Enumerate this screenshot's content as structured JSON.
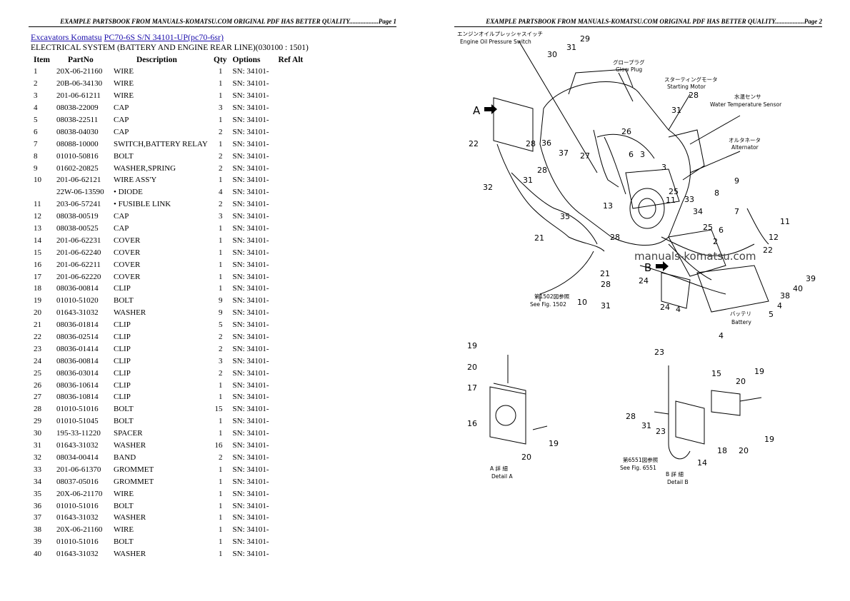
{
  "header": {
    "page1": "EXAMPLE PARTSBOOK FROM MANUALS-KOMATSU.COM ORIGINAL PDF HAS BETTER QUALITY..................Page 1",
    "page2": "EXAMPLE PARTSBOOK FROM MANUALS-KOMATSU.COM ORIGINAL PDF HAS BETTER QUALITY..................Page 2"
  },
  "breadcrumb": {
    "link1": "Excavators Komatsu",
    "link2": "PC70-6S S/N 34101-UP(pc70-6sr)"
  },
  "subtitle": "ELECTRICAL SYSTEM (BATTERY AND ENGINE REAR LINE)(030100 : 1501)",
  "table": {
    "columns": [
      "Item",
      "PartNo",
      "Description",
      "Qty",
      "Options",
      "Ref Alt"
    ],
    "rows": [
      [
        "1",
        "20X-06-21160",
        "WIRE",
        "1",
        "SN: 34101-"
      ],
      [
        "2",
        "20B-06-34130",
        "WIRE",
        "1",
        "SN: 34101-"
      ],
      [
        "3",
        "201-06-61211",
        "WIRE",
        "1",
        "SN: 34101-"
      ],
      [
        "4",
        "08038-22009",
        "CAP",
        "3",
        "SN: 34101-"
      ],
      [
        "5",
        "08038-22511",
        "CAP",
        "1",
        "SN: 34101-"
      ],
      [
        "6",
        "08038-04030",
        "CAP",
        "2",
        "SN: 34101-"
      ],
      [
        "7",
        "08088-10000",
        "SWITCH,BATTERY RELAY",
        "1",
        "SN: 34101-"
      ],
      [
        "8",
        "01010-50816",
        "BOLT",
        "2",
        "SN: 34101-"
      ],
      [
        "9",
        "01602-20825",
        "WASHER,SPRING",
        "2",
        "SN: 34101-"
      ],
      [
        "10",
        "201-06-62121",
        "WIRE ASS'Y",
        "1",
        "SN: 34101-"
      ],
      [
        "",
        "22W-06-13590",
        "• DIODE",
        "4",
        "SN: 34101-"
      ],
      [
        "11",
        "203-06-57241",
        "• FUSIBLE LINK",
        "2",
        "SN: 34101-"
      ],
      [
        "12",
        "08038-00519",
        "CAP",
        "3",
        "SN: 34101-"
      ],
      [
        "13",
        "08038-00525",
        "CAP",
        "1",
        "SN: 34101-"
      ],
      [
        "14",
        "201-06-62231",
        "COVER",
        "1",
        "SN: 34101-"
      ],
      [
        "15",
        "201-06-62240",
        "COVER",
        "1",
        "SN: 34101-"
      ],
      [
        "16",
        "201-06-62211",
        "COVER",
        "1",
        "SN: 34101-"
      ],
      [
        "17",
        "201-06-62220",
        "COVER",
        "1",
        "SN: 34101-"
      ],
      [
        "18",
        "08036-00814",
        "CLIP",
        "1",
        "SN: 34101-"
      ],
      [
        "19",
        "01010-51020",
        "BOLT",
        "9",
        "SN: 34101-"
      ],
      [
        "20",
        "01643-31032",
        "WASHER",
        "9",
        "SN: 34101-"
      ],
      [
        "21",
        "08036-01814",
        "CLIP",
        "5",
        "SN: 34101-"
      ],
      [
        "22",
        "08036-02514",
        "CLIP",
        "2",
        "SN: 34101-"
      ],
      [
        "23",
        "08036-01414",
        "CLIP",
        "2",
        "SN: 34101-"
      ],
      [
        "24",
        "08036-00814",
        "CLIP",
        "3",
        "SN: 34101-"
      ],
      [
        "25",
        "08036-03014",
        "CLIP",
        "2",
        "SN: 34101-"
      ],
      [
        "26",
        "08036-10614",
        "CLIP",
        "1",
        "SN: 34101-"
      ],
      [
        "27",
        "08036-10814",
        "CLIP",
        "1",
        "SN: 34101-"
      ],
      [
        "28",
        "01010-51016",
        "BOLT",
        "15",
        "SN: 34101-"
      ],
      [
        "29",
        "01010-51045",
        "BOLT",
        "1",
        "SN: 34101-"
      ],
      [
        "30",
        "195-33-11220",
        "SPACER",
        "1",
        "SN: 34101-"
      ],
      [
        "31",
        "01643-31032",
        "WASHER",
        "16",
        "SN: 34101-"
      ],
      [
        "32",
        "08034-00414",
        "BAND",
        "2",
        "SN: 34101-"
      ],
      [
        "33",
        "201-06-61370",
        "GROMMET",
        "1",
        "SN: 34101-"
      ],
      [
        "34",
        "08037-05016",
        "GROMMET",
        "1",
        "SN: 34101-"
      ],
      [
        "35",
        "20X-06-21170",
        "WIRE",
        "1",
        "SN: 34101-"
      ],
      [
        "36",
        "01010-51016",
        "BOLT",
        "1",
        "SN: 34101-"
      ],
      [
        "37",
        "01643-31032",
        "WASHER",
        "1",
        "SN: 34101-"
      ],
      [
        "38",
        "20X-06-21160",
        "WIRE",
        "1",
        "SN: 34101-"
      ],
      [
        "39",
        "01010-51016",
        "BOLT",
        "1",
        "SN: 34101-"
      ],
      [
        "40",
        "01643-31032",
        "WASHER",
        "1",
        "SN: 34101-"
      ]
    ]
  },
  "diagram": {
    "labels": {
      "engine_oil_jp": "エンジンオイルプレッシャスイッチ",
      "engine_oil": "Engine Oil Pressure Switch",
      "glow_jp": "グロープラグ",
      "glow": "Glow Plug",
      "starting_jp": "スターティングモータ",
      "starting": "Starting Motor",
      "water_jp": "水温センサ",
      "water": "Water Temperature Sensor",
      "alt_jp": "オルタネータ",
      "alt": "Alternator",
      "battery_jp": "バッテリ",
      "battery": "Battery",
      "seefig_jp": "第1502図参照",
      "seefig": "See Fig. 1502",
      "seefig2_jp": "第6551図参照",
      "seefig2": "See Fig. 6551",
      "detail_a_jp": "A 詳 細",
      "detail_a": "Detail A",
      "detail_b_jp": "B 詳 細",
      "detail_b": "Detail B",
      "watermark": "manuals-komatsu.com",
      "marker_a": "A",
      "marker_b": "B"
    }
  }
}
